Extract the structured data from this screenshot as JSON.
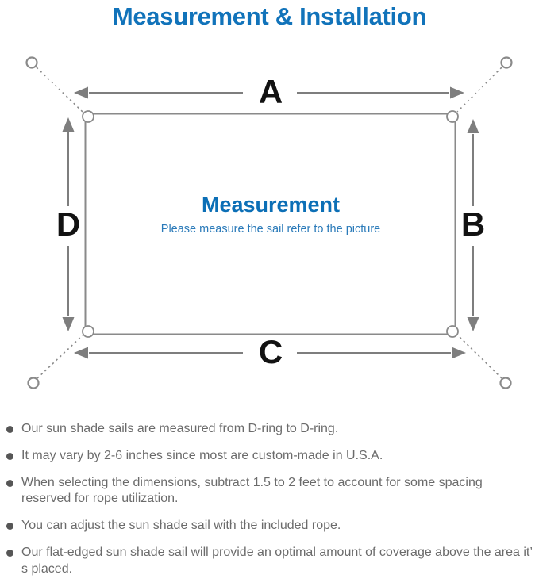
{
  "title": "Measurement & Installation",
  "diagram": {
    "labels": {
      "top": "A",
      "right": "B",
      "bottom": "C",
      "left": "D"
    },
    "center": {
      "title": "Measurement",
      "subtitle": "Please measure the sail refer to the picture"
    }
  },
  "notes": [
    {
      "text": "Our sun shade sails are measured from D-ring to D-ring."
    },
    {
      "text": "It may vary by 2-6 inches since most are custom-made in U.S.A."
    },
    {
      "text": "When selecting the dimensions, subtract 1.5 to 2 feet to account for some spacing reserved for rope utilization."
    },
    {
      "text": "You can adjust the sun shade sail with the included rope."
    },
    {
      "text": "Our flat-edged sun shade sail will provide an optimal amount of coverage above the area it’ s placed."
    }
  ],
  "colors": {
    "title_blue": "#1173BA",
    "center_title_blue": "#0C6FB6",
    "center_subtitle_blue": "#2A7AB9",
    "outline_gray": "#8A8A8A",
    "arrow_gray": "#7E7E7E",
    "letter_black": "#121212",
    "note_text_gray": "#6B6B6B",
    "bullet_dot_gray": "#565656"
  }
}
